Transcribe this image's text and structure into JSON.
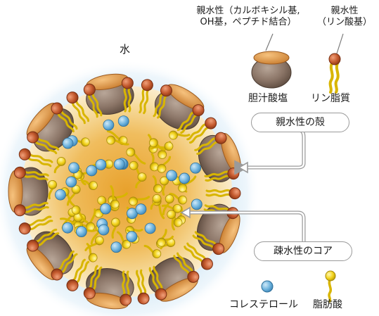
{
  "diagram": {
    "water_label": "水",
    "hydrophilic_carboxyl_label": "親水性（カルボキシル基,\nOH基，ペプチド結合）",
    "hydrophilic_phosphate_label": "親水性\n（リン酸基）",
    "bile_salt_label": "胆汁酸塩",
    "phospholipid_label": "リン脂質",
    "hydrophilic_shell_label": "親水性の殻",
    "hydrophobic_core_label": "疎水性のコア",
    "cholesterol_label": "コレステロール",
    "fatty_acid_label": "脂肪酸"
  },
  "colors": {
    "water_glow": "#c9e3f2",
    "core": "#e6a43a",
    "bile_salt_body": "#8a7466",
    "bile_salt_cap": "#e09a48",
    "phosphate_head": "#c45a2e",
    "lipid_tail": "#f2d21a",
    "cholesterol": "#6fb4de",
    "leader": "#9a9a9a"
  }
}
